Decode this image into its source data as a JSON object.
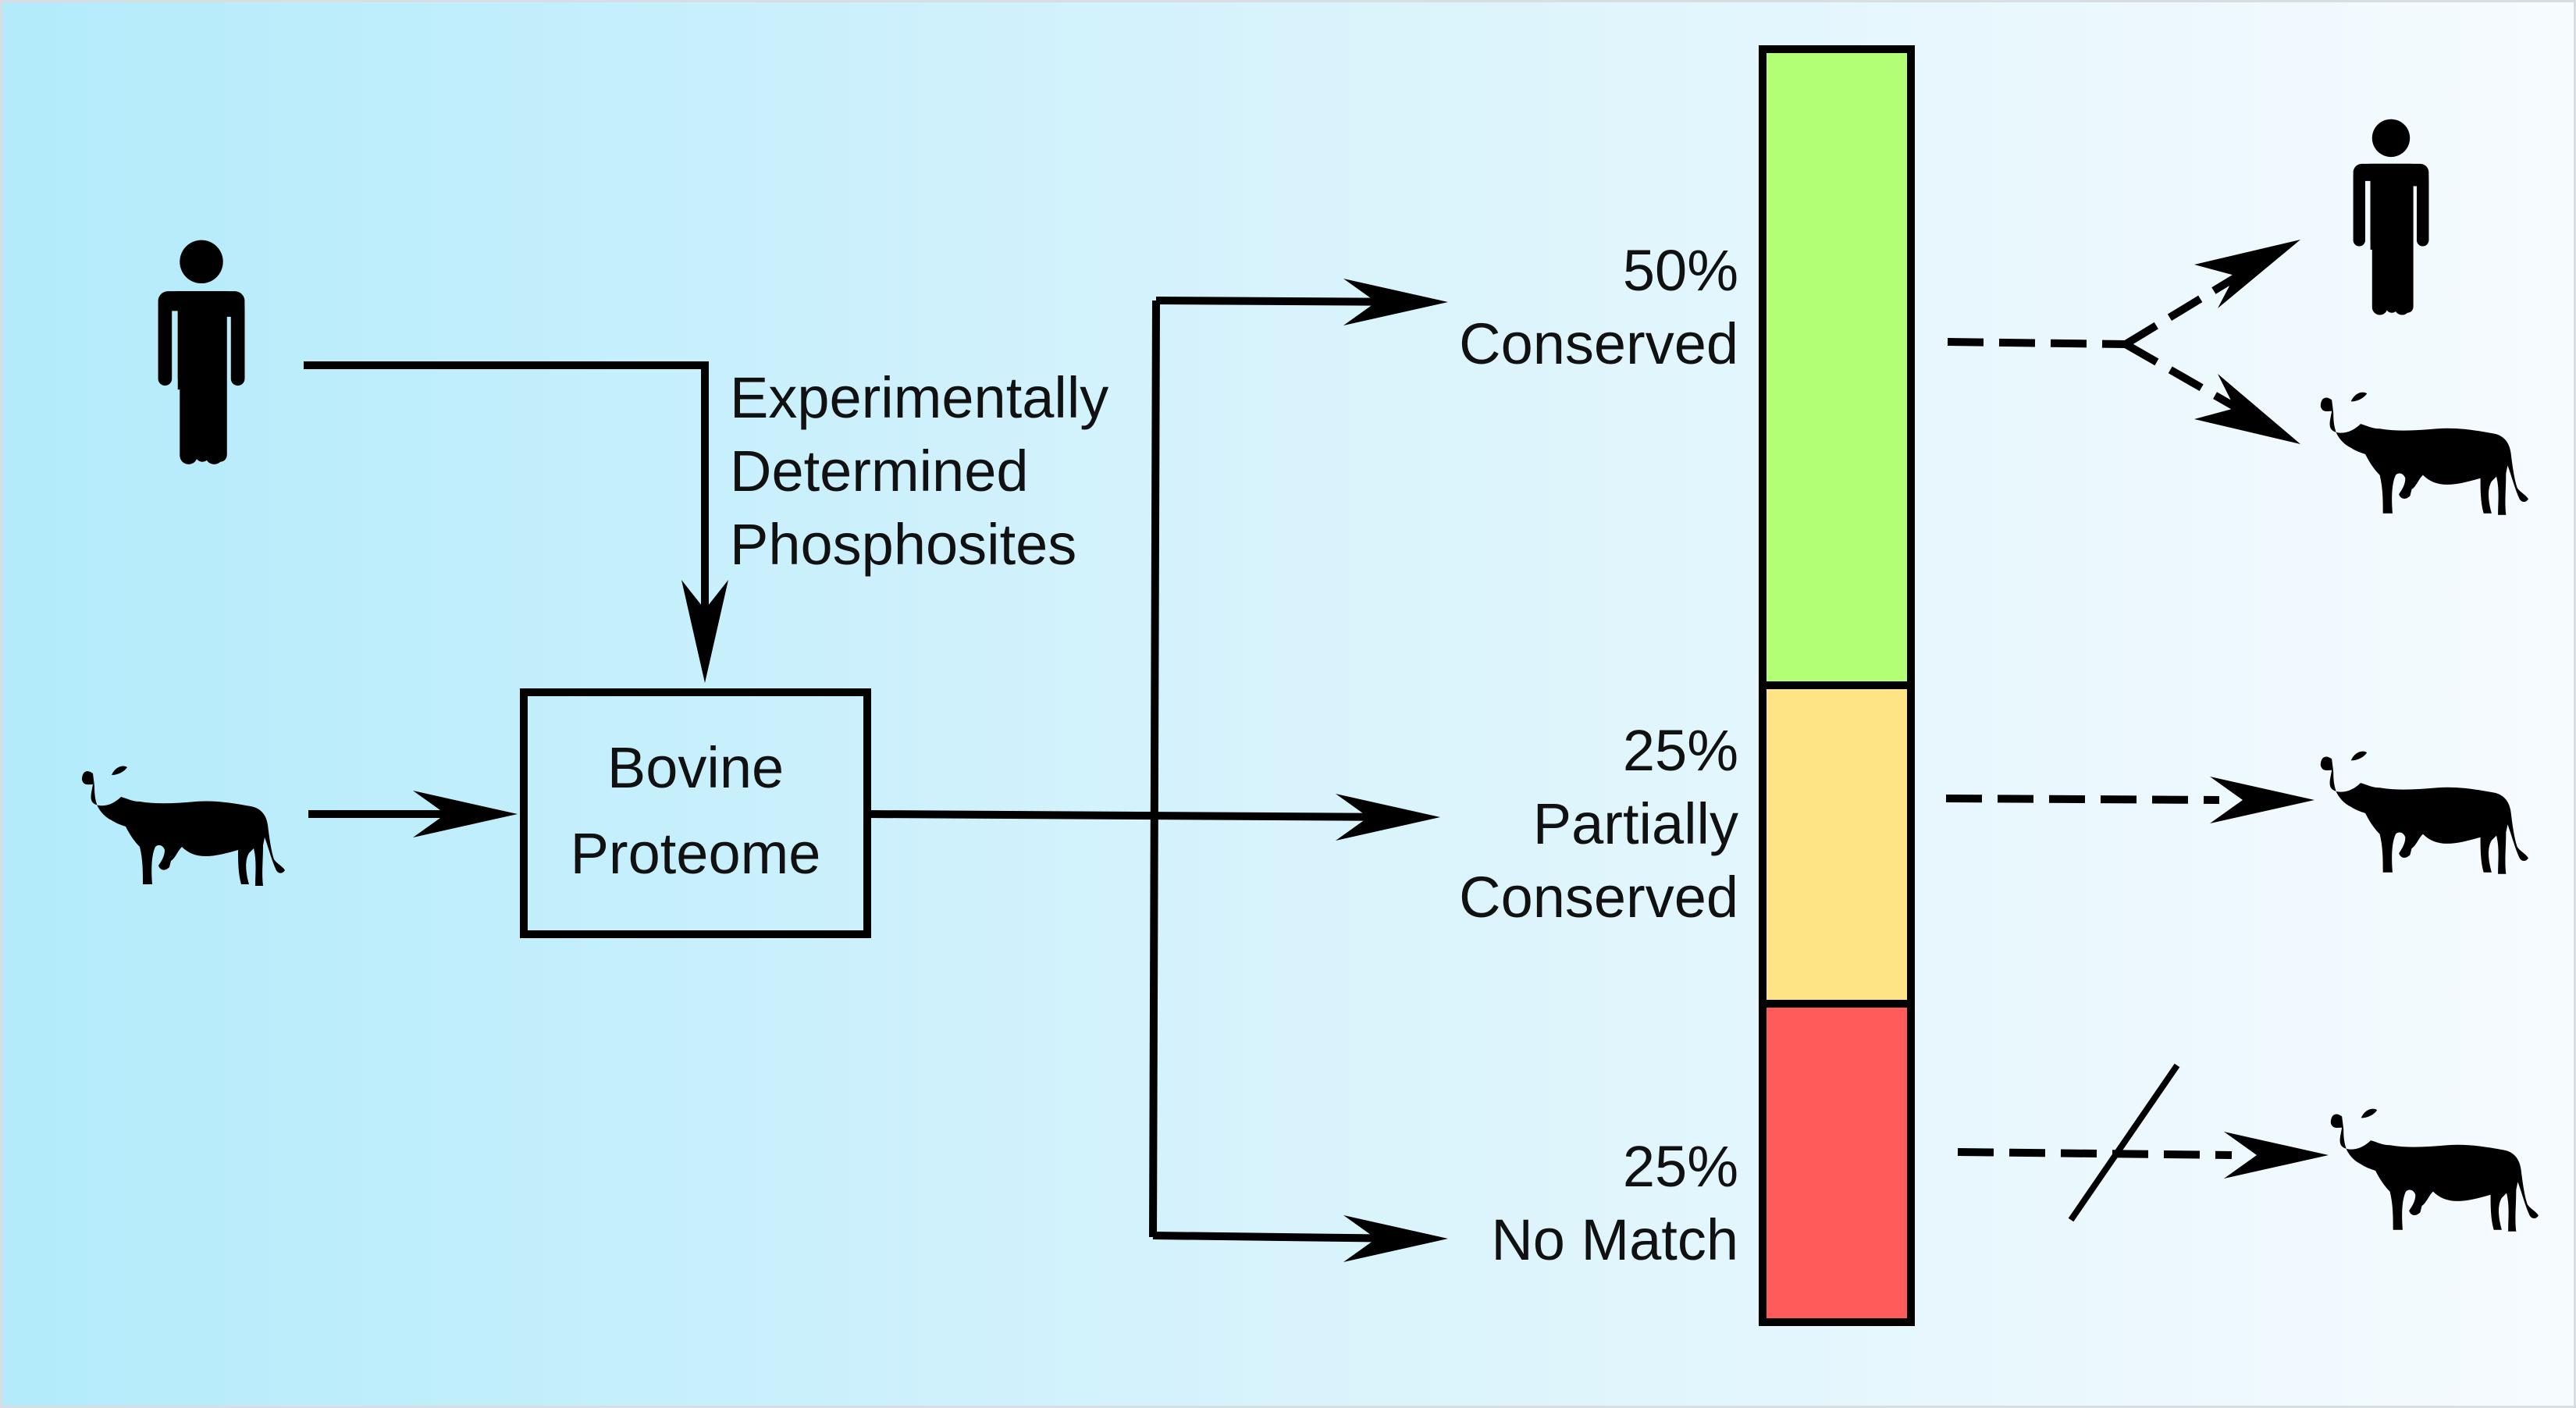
{
  "source": {
    "process_label_lines": [
      "Experimentally",
      "Determined",
      "Phosphosites"
    ],
    "box_label_lines": [
      "Bovine",
      "Proteome"
    ]
  },
  "categories": [
    {
      "percent": "50%",
      "label_lines": [
        "Conserved"
      ],
      "color": "#b2ff75",
      "share": 0.5
    },
    {
      "percent": "25%",
      "label_lines": [
        "Partially",
        "Conserved"
      ],
      "color": "#ffe485",
      "share": 0.25
    },
    {
      "percent": "25%",
      "label_lines": [
        "No Match"
      ],
      "color": "#ff5b5b",
      "share": 0.25
    }
  ],
  "icons": [
    "human-icon",
    "cow-icon"
  ],
  "colors": {
    "background_start": "#b3ebfb",
    "background_end": "#f6fbfe",
    "ink": "#000000"
  }
}
